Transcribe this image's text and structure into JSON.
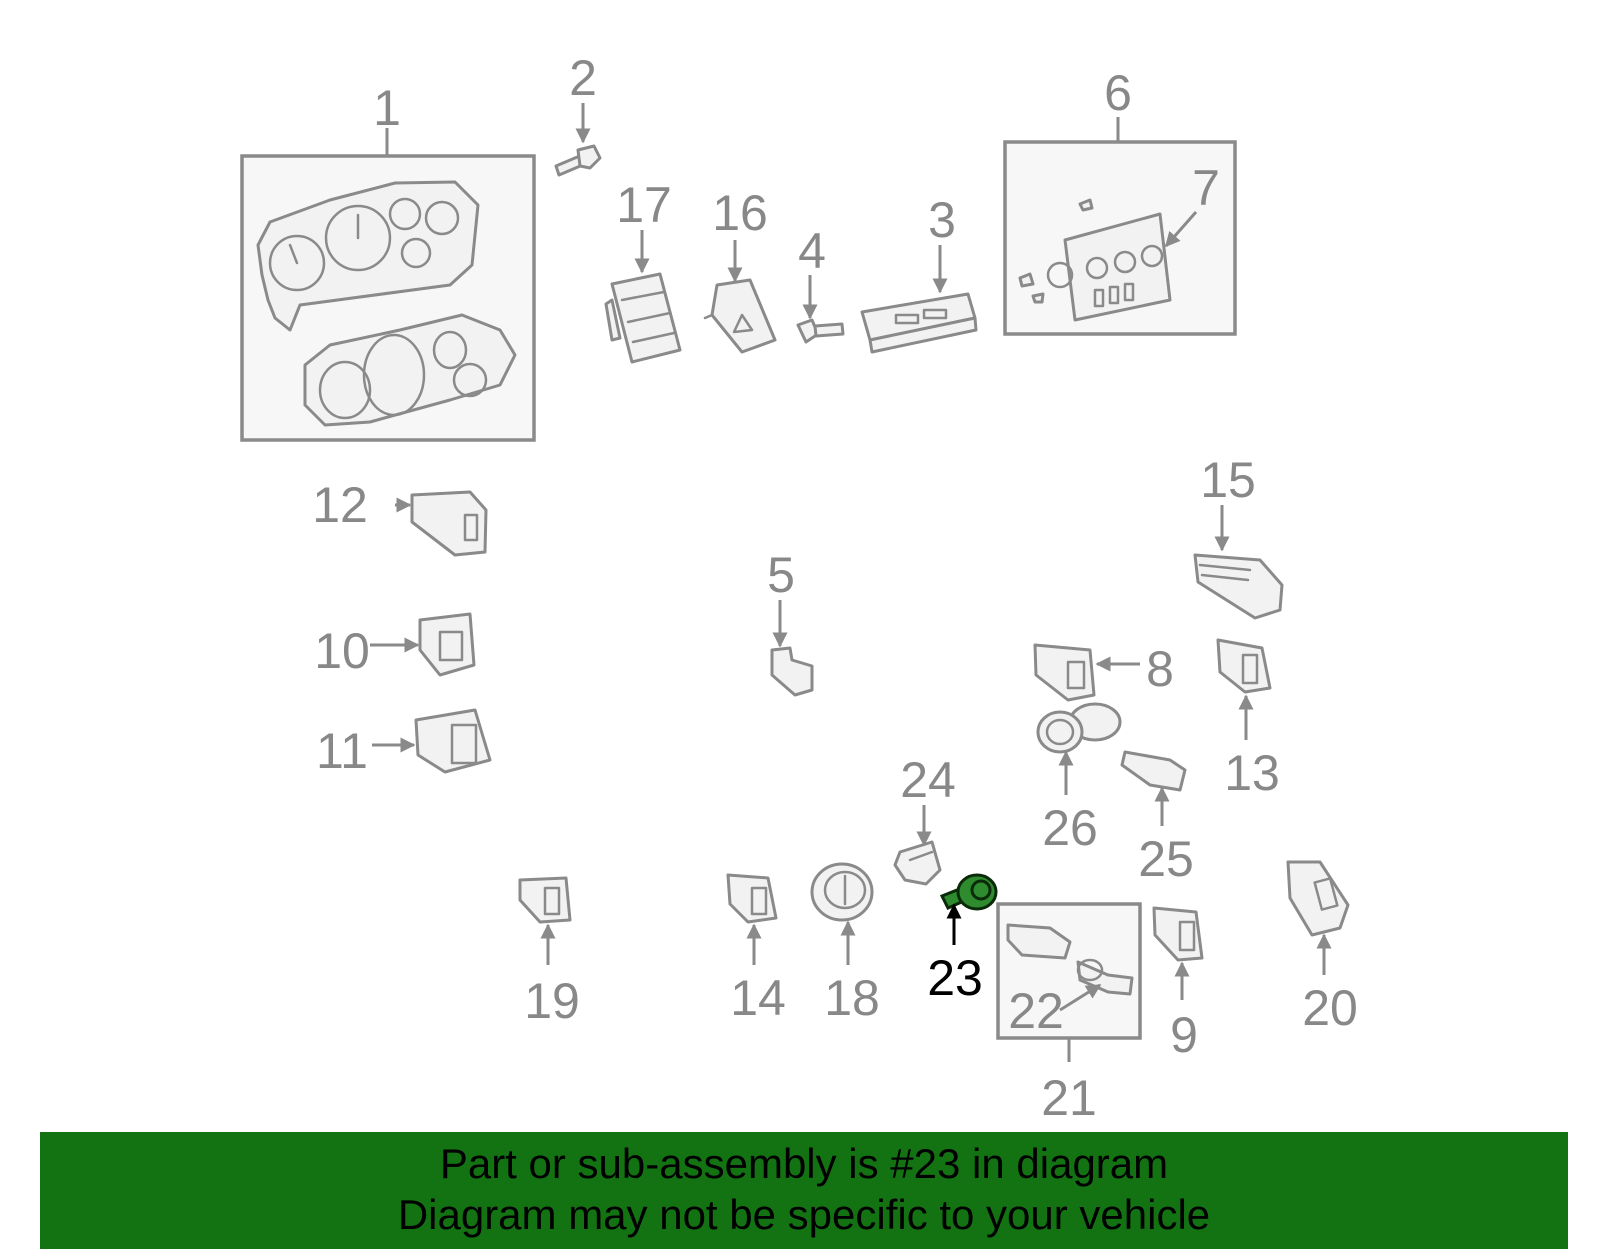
{
  "diagram": {
    "highlight_color": "#137313",
    "label_color": "#888888",
    "highlighted_part": "23",
    "callouts": {
      "c1": "1",
      "c2": "2",
      "c3": "3",
      "c4": "4",
      "c5": "5",
      "c6": "6",
      "c7": "7",
      "c8": "8",
      "c9": "9",
      "c10": "10",
      "c11": "11",
      "c12": "12",
      "c13": "13",
      "c14": "14",
      "c15": "15",
      "c16": "16",
      "c17": "17",
      "c18": "18",
      "c19": "19",
      "c20": "20",
      "c21": "21",
      "c22": "22",
      "c23": "23",
      "c24": "24",
      "c25": "25",
      "c26": "26"
    }
  },
  "banner": {
    "line1": "Part or sub-assembly is #23 in diagram",
    "line2": "Diagram may not be specific to your vehicle"
  }
}
